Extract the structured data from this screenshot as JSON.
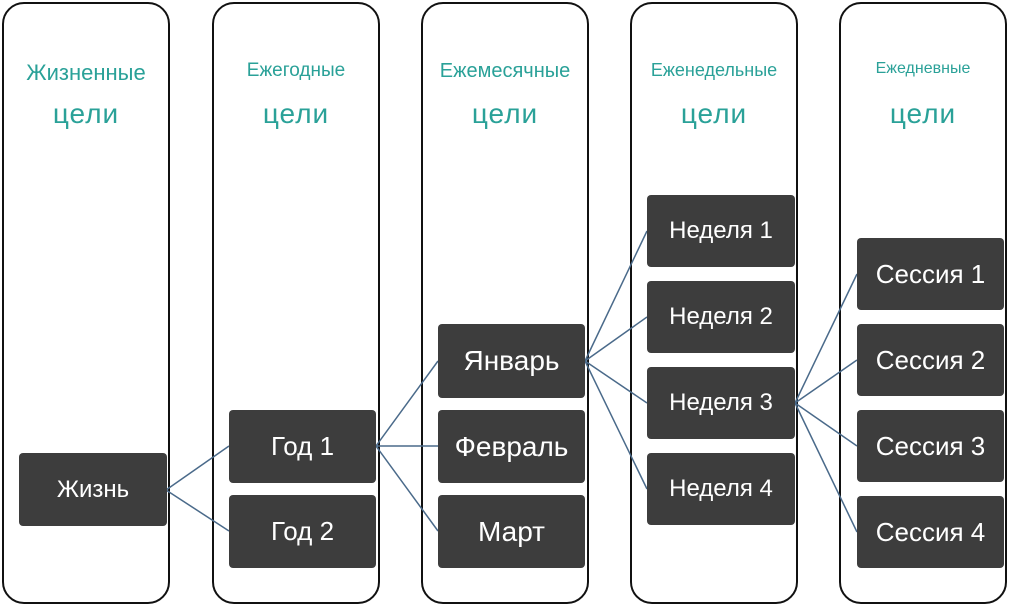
{
  "columns": [
    {
      "line1": "Жизненные",
      "line2": "цели"
    },
    {
      "line1": "Ежегодные",
      "line2": "цели"
    },
    {
      "line1": "Ежемесячные",
      "line2": "цели"
    },
    {
      "line1": "Еженедельные",
      "line2": "цели"
    },
    {
      "line1": "Ежедневные",
      "line2": "цели"
    }
  ],
  "nodes": {
    "life": "Жизнь",
    "year1": "Год 1",
    "year2": "Год 2",
    "jan": "Январь",
    "feb": "Февраль",
    "mar": "Март",
    "week1": "Неделя 1",
    "week2": "Неделя 2",
    "week3": "Неделя 3",
    "week4": "Неделя 4",
    "session1": "Сессия 1",
    "session2": "Сессия 2",
    "session3": "Сессия 3",
    "session4": "Сессия 4"
  },
  "colors": {
    "heading": "#2aa198",
    "node_fill": "#3d3d3d",
    "link": "#4a6a8a"
  }
}
